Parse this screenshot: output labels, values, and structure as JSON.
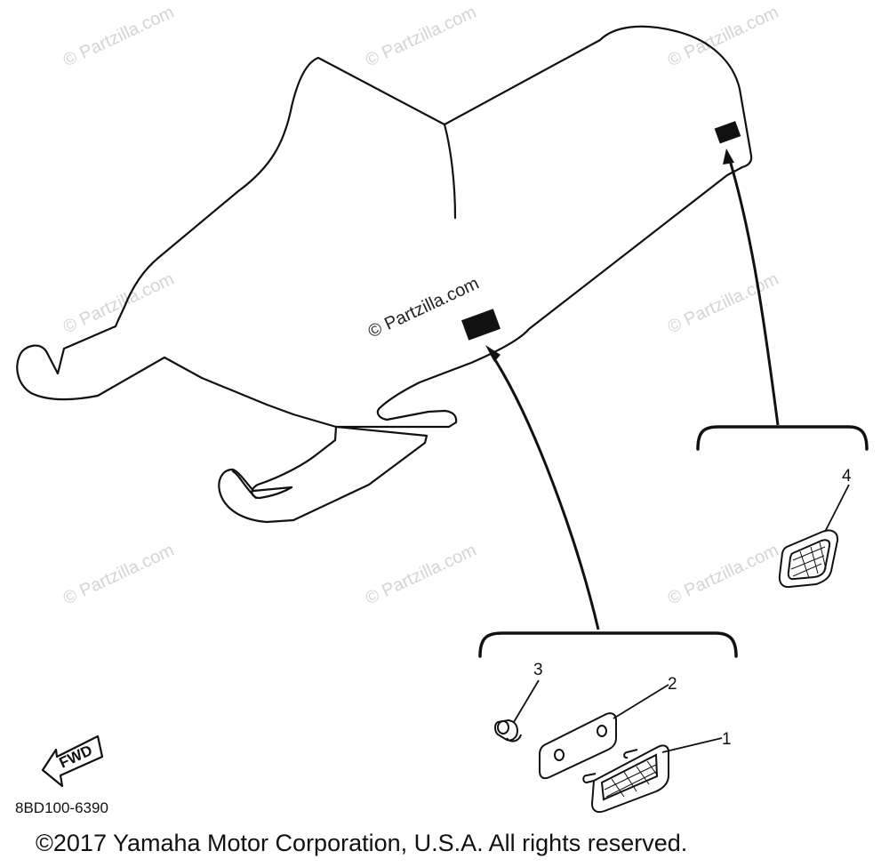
{
  "diagram": {
    "watermark_text": "© Partzilla.com",
    "center_watermark_text": "© Partzilla.com",
    "drawing_code": "8BD100-6390",
    "fwd_label": "FWD",
    "copyright": "©2017 Yamaha Motor Corporation, U.S.A. All rights reserved.",
    "callouts": [
      {
        "number": "1",
        "part": "reflector"
      },
      {
        "number": "2",
        "part": "reflector-plate"
      },
      {
        "number": "3",
        "part": "nut"
      },
      {
        "number": "4",
        "part": "side-reflector"
      }
    ],
    "colors": {
      "line": "#111111",
      "watermark": "#d4d4d4",
      "background": "#ffffff"
    }
  }
}
